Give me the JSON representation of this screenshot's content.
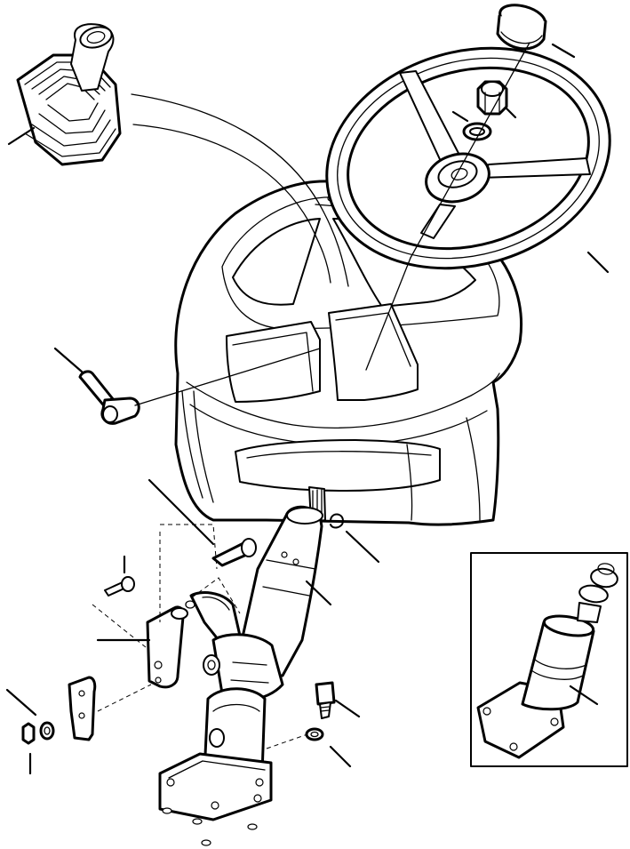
{
  "figure": {
    "type": "exploded-parts-diagram",
    "colors": {
      "ink": "#000000",
      "background": "#ffffff"
    },
    "components": [
      {
        "id": "gear-lever-boot",
        "icon": "rubber-boot-icon"
      },
      {
        "id": "steering-wheel",
        "icon": "steering-wheel-icon"
      },
      {
        "id": "horn-cap",
        "icon": "cap-icon"
      },
      {
        "id": "wheel-nut",
        "icon": "hex-nut-icon"
      },
      {
        "id": "wheel-washer",
        "icon": "washer-icon"
      },
      {
        "id": "dashboard-hood",
        "icon": "dashboard-icon"
      },
      {
        "id": "tilt-lever",
        "icon": "lever-icon"
      },
      {
        "id": "steering-column",
        "icon": "steering-column-icon"
      },
      {
        "id": "bracket",
        "icon": "bracket-icon"
      },
      {
        "id": "mounting-plate",
        "icon": "plate-icon"
      },
      {
        "id": "bolts",
        "icon": "bolt-icon"
      },
      {
        "id": "nut-and-washers",
        "icon": "nut-washer-icon"
      },
      {
        "id": "circlip",
        "icon": "circlip-icon"
      },
      {
        "id": "alternative-column-detail",
        "icon": "inset-column-icon"
      }
    ],
    "callout_leader_count": 17
  }
}
